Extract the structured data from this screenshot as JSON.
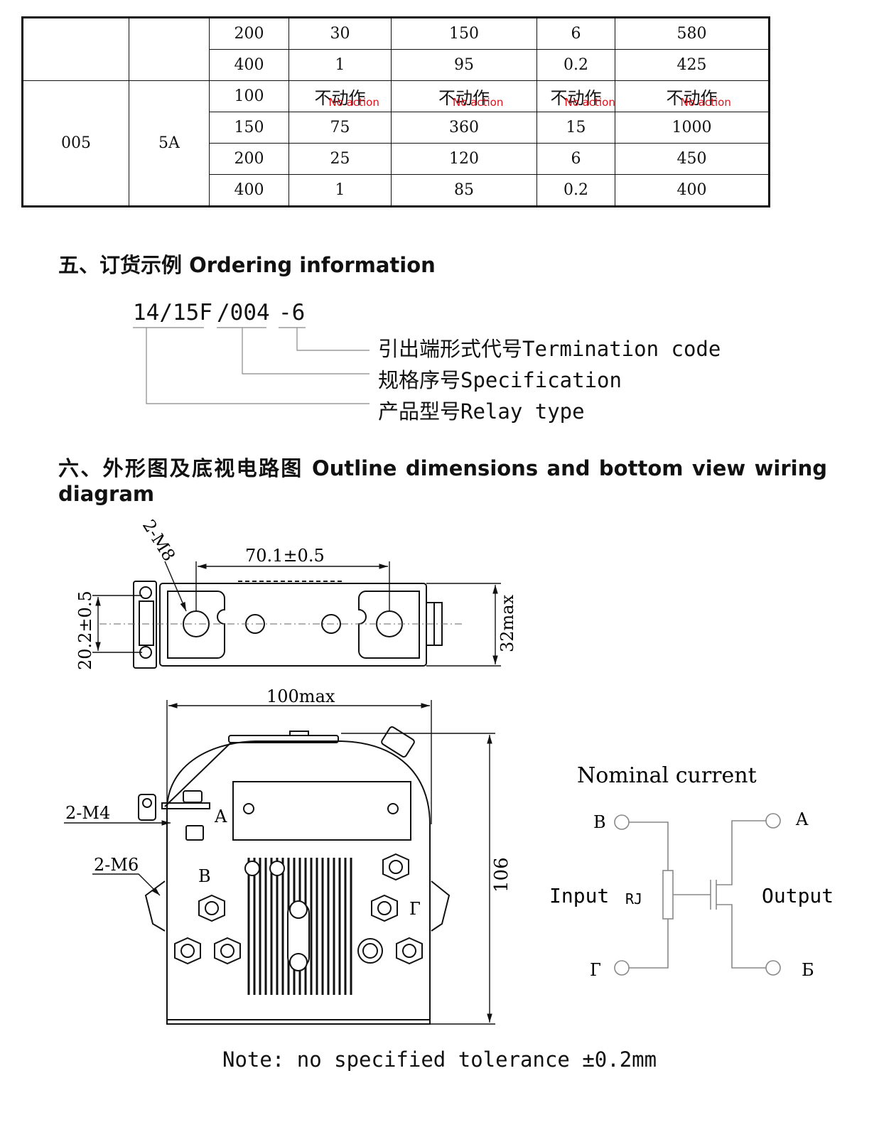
{
  "table": {
    "rows": [
      [
        "200",
        "30",
        "150",
        "6",
        "580"
      ],
      [
        "400",
        "1",
        "95",
        "0.2",
        "425"
      ],
      [
        "100",
        "不动作|No action",
        "不动作|No action",
        "不动作|No action",
        "不动作|No action"
      ],
      [
        "150",
        "75",
        "360",
        "15",
        "1000"
      ],
      [
        "200",
        "25",
        "120",
        "6",
        "450"
      ],
      [
        "400",
        "1",
        "85",
        "0.2",
        "400"
      ]
    ],
    "group_code": "005",
    "group_current": "5A",
    "no_action_zh": "不动作",
    "no_action_en": "No action"
  },
  "ordering": {
    "heading": "五、订货示例 Ordering information",
    "code_part1": "14/15F",
    "code_part2": "/004",
    "code_part3": "-6",
    "label_termination": "引出端形式代号Termination code",
    "label_specification": "规格序号Specification",
    "label_relay": "产品型号Relay type"
  },
  "outline": {
    "heading_line1": "六、外形图及底视电路图 Outline dimensions and bottom view wiring",
    "heading_line2": "diagram",
    "dim_m8": "2-M8",
    "dim_70": "70.1±0.5",
    "dim_20": "20.2±0.5",
    "dim_32": "32max",
    "dim_100": "100max",
    "dim_106": "106",
    "dim_m4": "2-M4",
    "dim_m6": "2-M6",
    "term_a": "A",
    "term_b": "B",
    "term_g": "Г"
  },
  "wiring": {
    "title": "Nominal current",
    "b": "B",
    "a": "A",
    "g": "Г",
    "be": "Б",
    "input": "Input",
    "rj": "RJ",
    "output": "Output"
  },
  "note": "Note: no specified tolerance ±0.2mm"
}
